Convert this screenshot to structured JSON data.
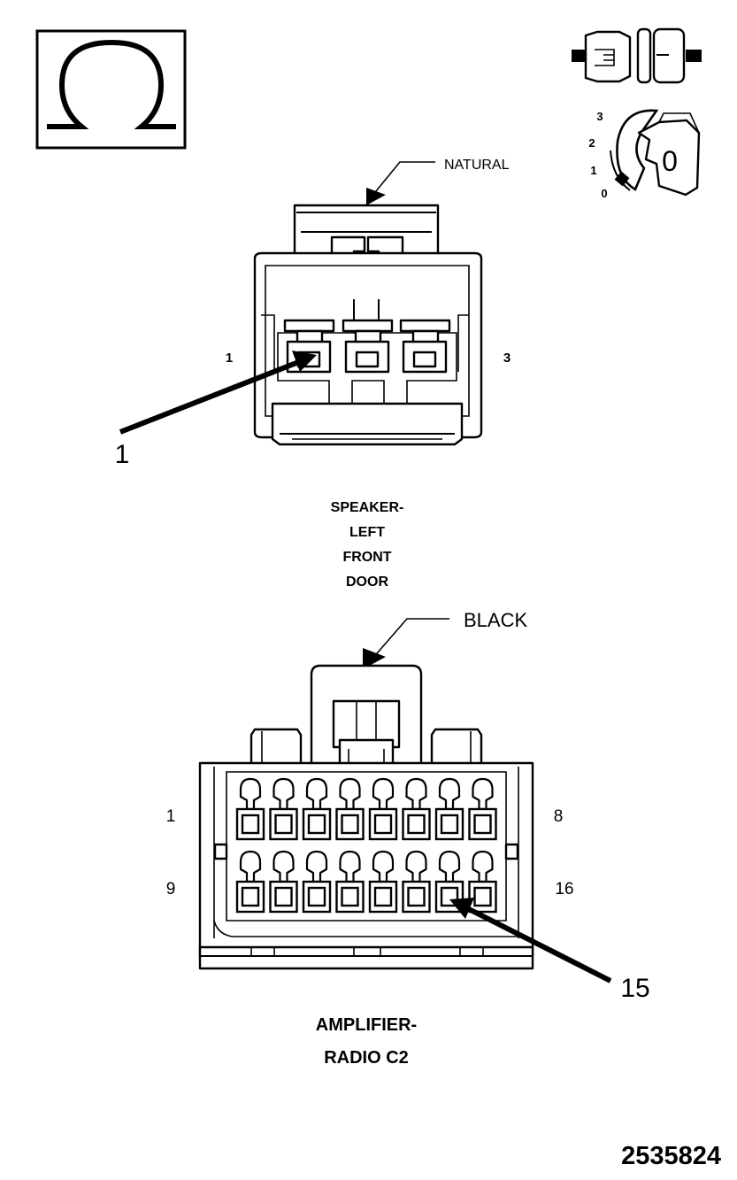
{
  "icons": {
    "ohm_symbol": "ohm-symbol-icon",
    "connector_disconnect": "connector-disconnected-icon",
    "ignition_key": "ignition-key-icon",
    "ohm_glyph": "Ω",
    "ignition_positions": [
      "3",
      "2",
      "1",
      "0"
    ],
    "key_label": "0"
  },
  "speaker_connector": {
    "color_label": "NATURAL",
    "pin_left_label": "1",
    "pin_right_label": "3",
    "callout_label": "1",
    "cavities": 3,
    "name_lines": [
      "SPEAKER-",
      "LEFT",
      "FRONT",
      "DOOR"
    ]
  },
  "amplifier_connector": {
    "color_label": "BLACK",
    "row1_left_label": "1",
    "row1_right_label": "8",
    "row2_left_label": "9",
    "row2_right_label": "16",
    "callout_label": "15",
    "pins_per_row": 8,
    "name_lines": [
      "AMPLIFIER-",
      "RADIO C2"
    ]
  },
  "figure_number": "2535824"
}
